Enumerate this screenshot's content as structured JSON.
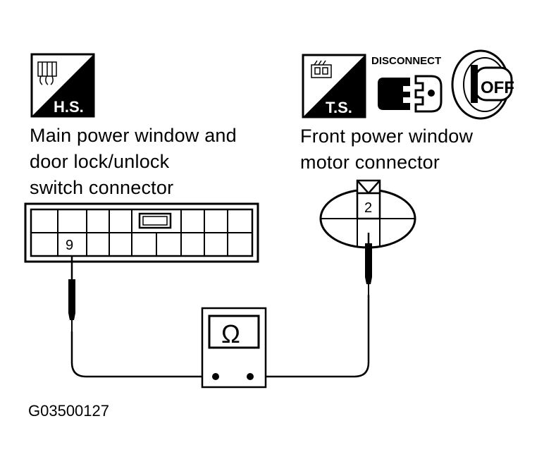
{
  "left_icon": {
    "tag": "H.S.",
    "icon": "connector-harness-side-icon"
  },
  "right_icon": {
    "tag": "T.S.",
    "icon": "connector-terminal-side-icon"
  },
  "disconnect_label": "DISCONNECT",
  "ignition_label": "OFF",
  "left_caption": {
    "line1": "Main power window and",
    "line2": "door lock/unlock",
    "line3": "switch connector"
  },
  "right_caption": {
    "line1": "Front power window",
    "line2": "motor connector"
  },
  "left_pin": "9",
  "right_pin": "2",
  "meter_symbol": "Ω",
  "figure_id": "G03500127"
}
